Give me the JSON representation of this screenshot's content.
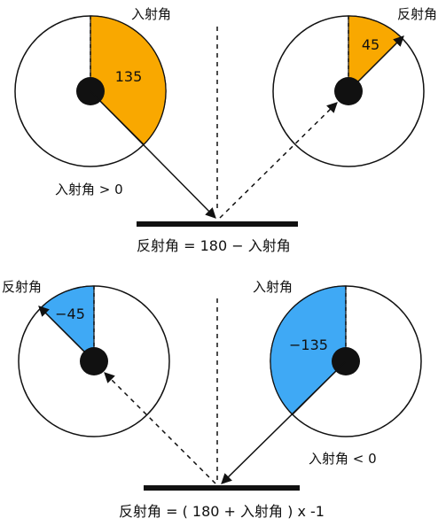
{
  "colors": {
    "positive_fill": "#F9A800",
    "negative_fill": "#3FA9F5",
    "line": "#111111",
    "background": "#FFFFFF"
  },
  "top": {
    "left_circle": {
      "label": "入射角",
      "value": "135"
    },
    "right_circle": {
      "label": "反射角",
      "value": "45"
    },
    "condition": "入射角 > 0",
    "formula": "反射角 = 180 − 入射角"
  },
  "bottom": {
    "left_circle": {
      "label": "反射角",
      "value": "−45"
    },
    "right_circle": {
      "label": "入射角",
      "value": "−135"
    },
    "condition": "入射角 < 0",
    "formula": "反射角 = ( 180 + 入射角 ) x -1"
  }
}
